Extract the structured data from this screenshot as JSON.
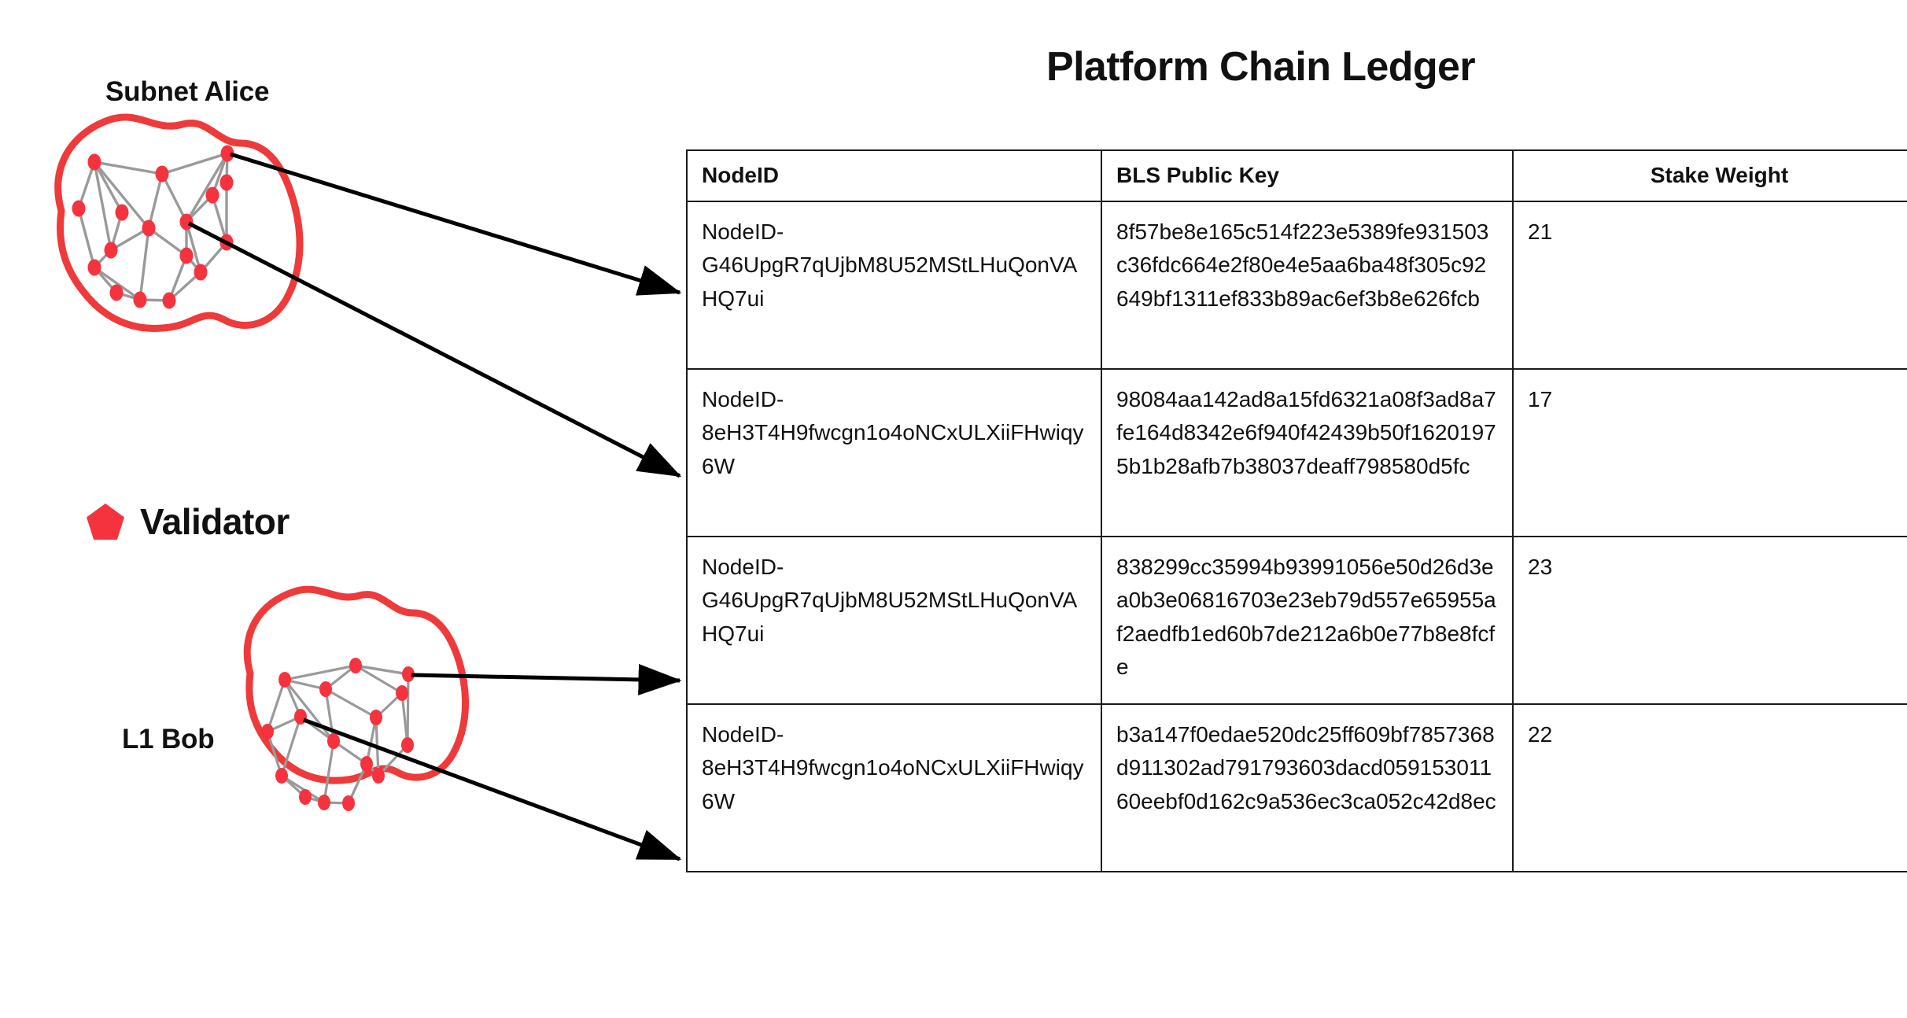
{
  "title": "Platform Chain Ledger",
  "networks": [
    {
      "id": "subnet-alice",
      "label": "Subnet Alice"
    },
    {
      "id": "l1-bob",
      "label": "L1 Bob"
    }
  ],
  "legend": {
    "icon": "pentagon-icon",
    "label": "Validator",
    "color": "#F5333F"
  },
  "colors": {
    "validator_red": "#F5333F",
    "blob_outline": "#EE3A3A",
    "edge_gray": "#9A9A9A",
    "table_border": "#1b1b1b",
    "text": "#111111"
  },
  "table": {
    "columns": [
      "NodeID",
      "BLS Public Key",
      "Stake Weight"
    ],
    "rows": [
      {
        "node_id": "NodeID-G46UpgR7qUjbM8U52MStLHuQonVAHQ7ui",
        "bls_public_key": "8f57be8e165c514f223e5389fe931503c36fdc664e2f80e4e5aa6ba48f305c92649bf1311ef833b89ac6ef3b8e626fcb",
        "stake_weight": "21"
      },
      {
        "node_id": "NodeID-8eH3T4H9fwcgn1o4oNCxULXiiFHwiqy6W",
        "bls_public_key": "98084aa142ad8a15fd6321a08f3ad8a7fe164d8342e6f940f42439b50f16201975b1b28afb7b38037deaff798580d5fc",
        "stake_weight": "17"
      },
      {
        "node_id": "NodeID-G46UpgR7qUjbM8U52MStLHuQonVAHQ7ui",
        "bls_public_key": "838299cc35994b93991056e50d26d3ea0b3e06816703e23eb79d557e65955af2aedfb1ed60b7de212a6b0e77b8e8fcfe",
        "stake_weight": "23"
      },
      {
        "node_id": "NodeID-8eH3T4H9fwcgn1o4oNCxULXiiFHwiqy6W",
        "bls_public_key": "b3a147f0edae520dc25ff609bf7857368d911302ad791793603dacd05915301160eebf0d162c9a536ec3ca052c42d8ec",
        "stake_weight": "22"
      }
    ]
  }
}
